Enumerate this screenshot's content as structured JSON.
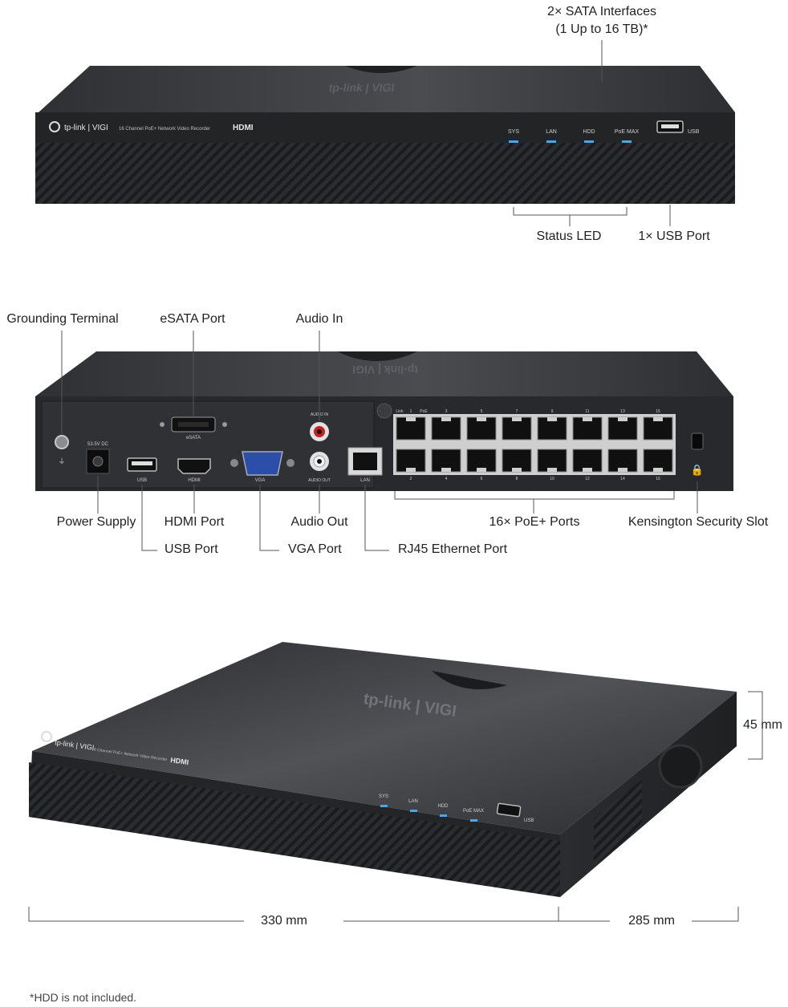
{
  "front": {
    "brand": "tp-link | VIGI",
    "product_line": "16 Channel PoE+ Network Video Recorder",
    "hdmi_logo": "HDMI",
    "top_logo": "tp-link | VIGI",
    "led_labels": [
      "SYS",
      "LAN",
      "HDD",
      "PoE MAX"
    ],
    "usb_label": "USB",
    "callouts": {
      "sata_line1": "2× SATA Interfaces",
      "sata_line2": "(1 Up to 16 TB)*",
      "status_led": "Status LED",
      "usb_port": "1× USB Port"
    }
  },
  "rear": {
    "top_logo": "tp-link | VIGI",
    "port_texts": {
      "power_rating": "53.5V  DC",
      "esata": "eSATA",
      "usb": "USB",
      "hdmi": "HDMI",
      "vga": "VGA",
      "audio_in": "AUDIO IN",
      "audio_out": "AUDIO OUT",
      "lan": "LAN",
      "link": "Link",
      "poe": "PoE"
    },
    "poe_top_numbers": [
      "1",
      "3",
      "5",
      "7",
      "9",
      "11",
      "13",
      "15"
    ],
    "poe_bottom_numbers": [
      "2",
      "4",
      "6",
      "8",
      "10",
      "12",
      "14",
      "16"
    ],
    "callouts": {
      "grounding_terminal": "Grounding Terminal",
      "esata_port": "eSATA Port",
      "audio_in": "Audio In",
      "power_supply": "Power Supply",
      "hdmi_port": "HDMI Port",
      "audio_out": "Audio Out",
      "poe_ports": "16× PoE+ Ports",
      "kensington": "Kensington Security Slot",
      "usb_port": "USB Port",
      "vga_port": "VGA Port",
      "rj45": "RJ45 Ethernet Port"
    }
  },
  "perspective": {
    "brand": "tp-link | VIGI",
    "product_line": "16 Channel PoE+ Network Video Recorder",
    "hdmi_logo": "HDMI",
    "top_logo": "tp-link | VIGI",
    "led_labels": [
      "SYS",
      "LAN",
      "HDD",
      "PoE MAX"
    ],
    "usb_label": "USB",
    "dimensions": {
      "height": "45 mm",
      "width": "330 mm",
      "depth": "285 mm"
    }
  },
  "footnote": "*HDD is not included.",
  "colors": {
    "device_body": "#2b2d30",
    "device_top": "#3a3c40",
    "led": "#4aa8e8",
    "leader_line": "#555555"
  }
}
